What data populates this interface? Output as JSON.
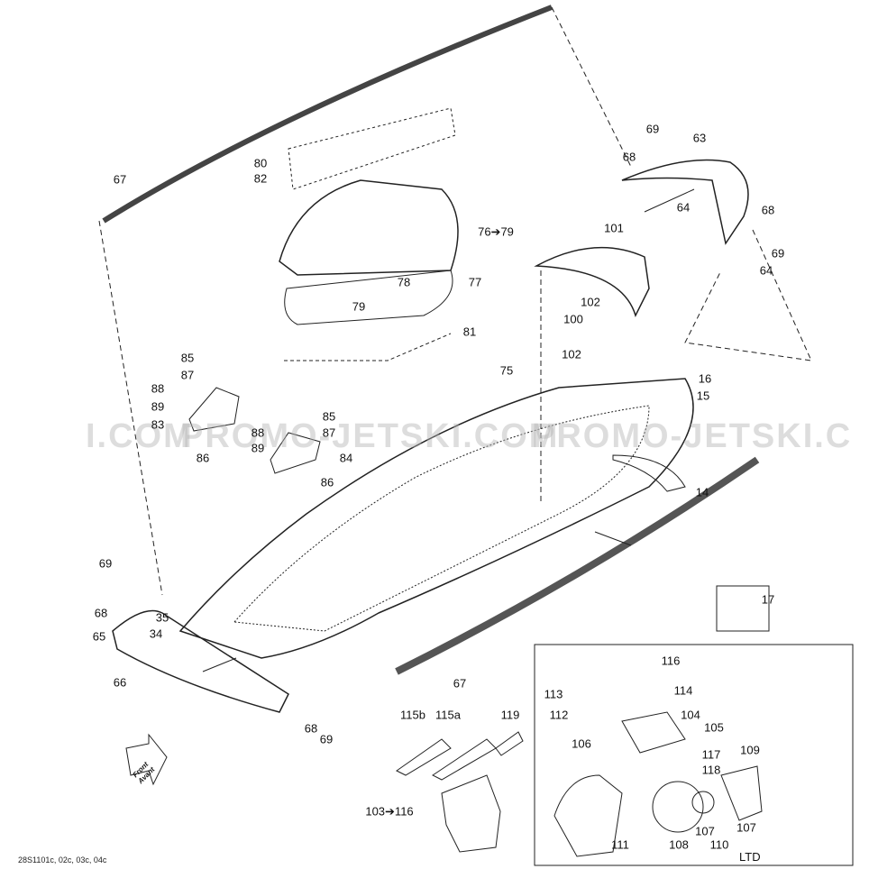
{
  "watermark": [
    "I.COM",
    "PROMO-JETSKI.COM",
    "PROMO-JETSKI.C"
  ],
  "caption": "28S1101c, 02c, 03c, 04c",
  "front_arrow": {
    "line1": "Front",
    "line2": "Avant"
  },
  "inset_label": "LTD",
  "callouts": [
    "67",
    "80",
    "82",
    "76➔79",
    "78",
    "77",
    "79",
    "81",
    "69",
    "68",
    "63",
    "64",
    "68",
    "69",
    "64",
    "101",
    "102",
    "100",
    "102",
    "75",
    "16",
    "15",
    "14",
    "85",
    "87",
    "88",
    "89",
    "83",
    "86",
    "85",
    "87",
    "88",
    "89",
    "84",
    "86",
    "69",
    "68",
    "35",
    "34",
    "65",
    "66",
    "67",
    "68",
    "69",
    "17",
    "116",
    "113",
    "114",
    "112",
    "104",
    "105",
    "106",
    "117",
    "118",
    "109",
    "115b",
    "115a",
    "119",
    "103➔116",
    "111",
    "108",
    "110",
    "107",
    "107"
  ]
}
